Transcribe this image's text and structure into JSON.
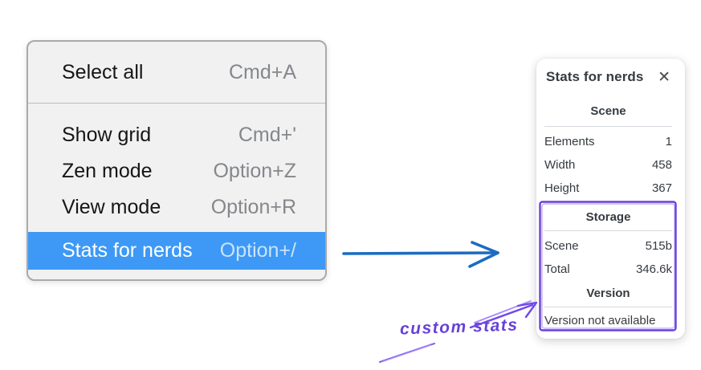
{
  "colors": {
    "highlight": "#3d99f5",
    "highlight_text": "#ffffff",
    "highlight_shortcut": "#cbe3fb",
    "menu_bg": "#f1f1f2",
    "menu_border": "#a9a9a9",
    "menu_text": "#161616",
    "shortcut_text": "#85878a",
    "panel_text": "#363b40",
    "arrow_blue": "#1b6cc2",
    "violet": "#6741d9",
    "violet_light": "#9775fa"
  },
  "menu": {
    "items": [
      {
        "label": "Select all",
        "shortcut": "Cmd+A"
      },
      {
        "label": "Show grid",
        "shortcut": "Cmd+'"
      },
      {
        "label": "Zen mode",
        "shortcut": "Option+Z"
      },
      {
        "label": "View mode",
        "shortcut": "Option+R"
      },
      {
        "label": "Stats for nerds",
        "shortcut": "Option+/"
      }
    ]
  },
  "panel": {
    "title": "Stats for nerds",
    "close_icon": "✕",
    "sections": [
      {
        "heading": "Scene",
        "rows": [
          {
            "label": "Elements",
            "value": "1"
          },
          {
            "label": "Width",
            "value": "458"
          },
          {
            "label": "Height",
            "value": "367"
          }
        ]
      },
      {
        "heading": "Storage",
        "rows": [
          {
            "label": "Scene",
            "value": "515b"
          },
          {
            "label": "Total",
            "value": "346.6k"
          }
        ]
      },
      {
        "heading": "Version",
        "note": "Version not available"
      }
    ]
  },
  "annotation": {
    "label": "custom stats"
  }
}
